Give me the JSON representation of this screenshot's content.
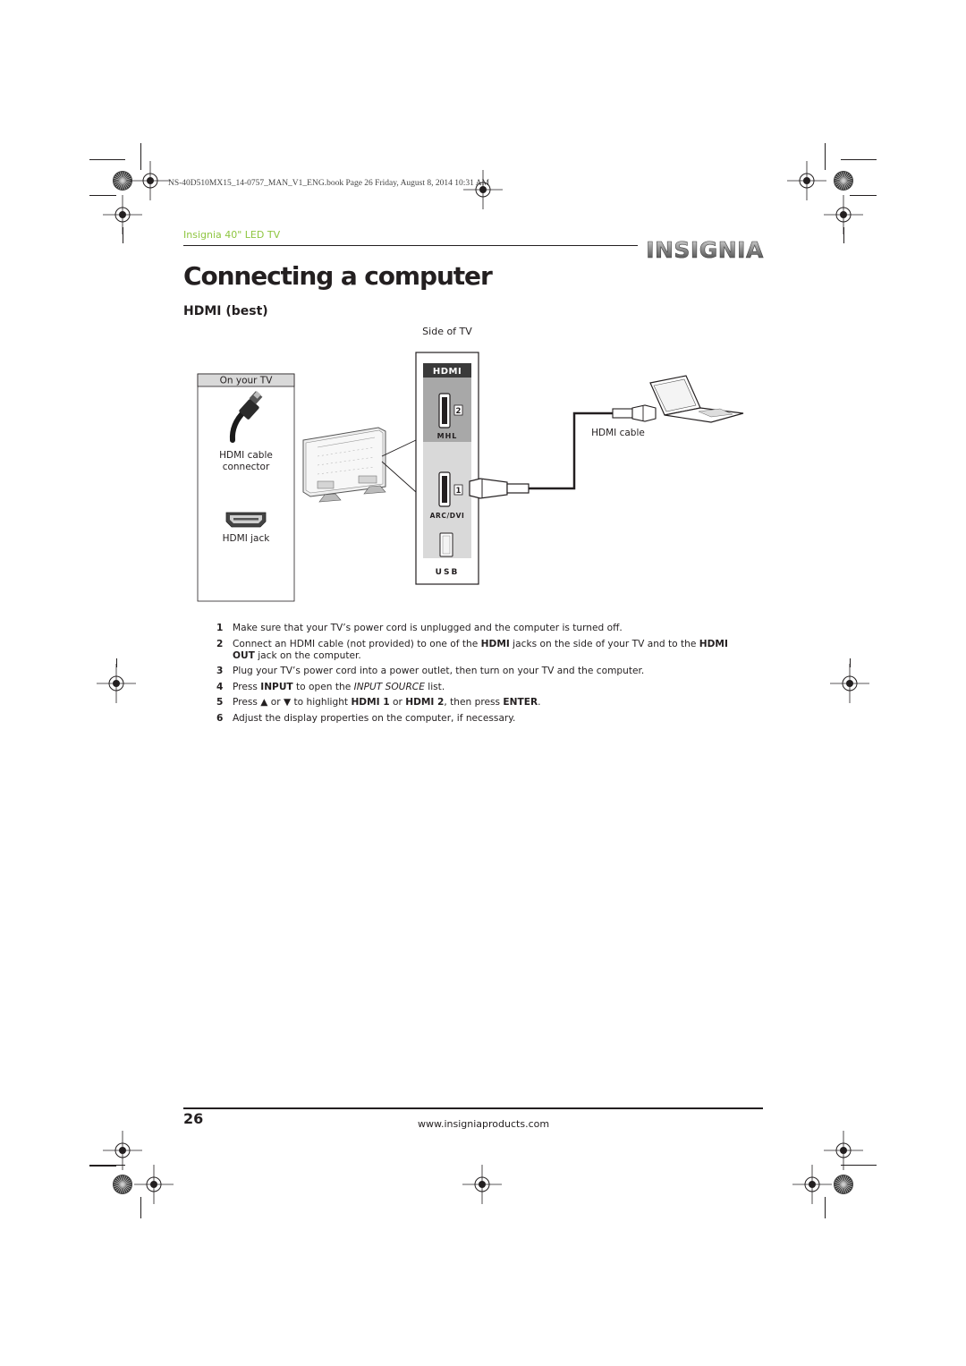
{
  "print_header": "NS-40D510MX15_14-0757_MAN_V1_ENG.book  Page 26  Friday, August 8, 2014  10:31 AM",
  "product_line": "Insignia 40\" LED TV",
  "brand": "INSIGNIA",
  "title": "Connecting a computer",
  "subheading": "HDMI (best)",
  "diagram": {
    "side_of_tv_label": "Side of TV",
    "on_your_tv_label": "On your TV",
    "hdmi_cable_connector_line1": "HDMI cable",
    "hdmi_cable_connector_line2": "connector",
    "hdmi_jack_label": "HDMI jack",
    "hdmi_cable_label": "HDMI cable",
    "panel_logo": "HDMI",
    "port2_number": "2",
    "mhl_label": "MHL",
    "port1_number": "1",
    "arc_dvi_label": "ARC/DVI",
    "usb_label": "USB"
  },
  "steps": [
    {
      "num": "1",
      "parts": [
        {
          "t": "Make sure that your TV’s power cord is unplugged and the computer is turned off."
        }
      ]
    },
    {
      "num": "2",
      "parts": [
        {
          "t": "Connect an HDMI cable (not provided) to one of the "
        },
        {
          "t": "HDMI",
          "b": true
        },
        {
          "t": " jacks on the side of your TV and to the "
        },
        {
          "t": "HDMI OUT",
          "b": true
        },
        {
          "t": " jack on the computer."
        }
      ]
    },
    {
      "num": "3",
      "parts": [
        {
          "t": "Plug your TV’s power cord into a power outlet, then turn on your TV and the computer."
        }
      ]
    },
    {
      "num": "4",
      "parts": [
        {
          "t": "Press "
        },
        {
          "t": "INPUT",
          "b": true
        },
        {
          "t": " to open the "
        },
        {
          "t": "INPUT SOURCE",
          "i": true
        },
        {
          "t": " list."
        }
      ]
    },
    {
      "num": "5",
      "parts": [
        {
          "t": "Press ▲ or ▼ to highlight "
        },
        {
          "t": "HDMI 1",
          "b": true
        },
        {
          "t": " or "
        },
        {
          "t": "HDMI 2",
          "b": true
        },
        {
          "t": ", then press "
        },
        {
          "t": "ENTER",
          "b": true
        },
        {
          "t": "."
        }
      ]
    },
    {
      "num": "6",
      "parts": [
        {
          "t": "Adjust the display properties on the computer, if necessary."
        }
      ]
    }
  ],
  "page_number": "26",
  "footer_url": "www.insigniaproducts.com",
  "colors": {
    "accent_green": "#8fc641",
    "text": "#231f20",
    "panel_gray": "#d9d9d9"
  }
}
